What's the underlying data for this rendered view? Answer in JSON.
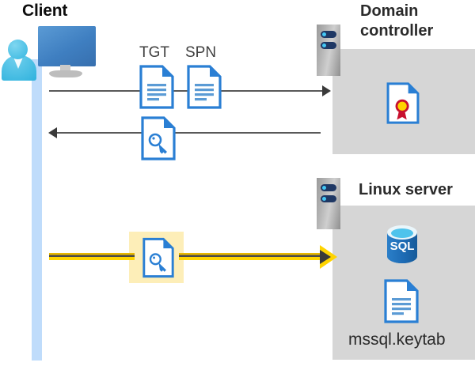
{
  "diagram": {
    "title": "Kerberos authentication flow between client, domain controller and Linux server",
    "colors": {
      "panel_gray": "#d6d6d6",
      "lifeline_blue": "#bfdcfb",
      "highlight_yellow": "#fdeeb8",
      "arrow_yellow": "#ffd400",
      "arrow_gray": "#595959",
      "icon_blue": "#2a7fd4",
      "text_dark": "#2b2b2b",
      "sql_blue": "#1d6bb4",
      "cert_red": "#c8102e",
      "cert_gold": "#ffd400"
    }
  },
  "client": {
    "label": "Client",
    "icon": "user-with-monitor-icon",
    "lifeline": "client-lifeline"
  },
  "domain_controller": {
    "label": "Domain\ncontroller",
    "label_line1": "Domain",
    "label_line2": "controller",
    "rack_icon": "server-rack-icon",
    "contents": [
      {
        "icon": "certificate-document-icon",
        "name": "certificate"
      }
    ]
  },
  "linux_server": {
    "label": "Linux server",
    "rack_icon": "server-rack-icon",
    "contents": [
      {
        "icon": "sql-database-icon",
        "name": "SQL",
        "text": "SQL"
      },
      {
        "icon": "document-icon",
        "name": "keytab-file",
        "caption": "mssql.keytab"
      }
    ],
    "keytab_caption": "mssql.keytab"
  },
  "messages": [
    {
      "id": "request",
      "direction": "client-to-domain-controller",
      "style": "thin-gray-arrow",
      "artifacts": [
        {
          "label": "TGT",
          "icon": "document-icon"
        },
        {
          "label": "SPN",
          "icon": "document-icon"
        }
      ]
    },
    {
      "id": "response",
      "direction": "domain-controller-to-client",
      "style": "thin-gray-arrow",
      "artifacts": [
        {
          "label": "",
          "icon": "key-document-icon"
        }
      ]
    },
    {
      "id": "service-ticket",
      "direction": "client-to-linux-server",
      "style": "thick-yellow-arrow",
      "highlighted": true,
      "artifacts": [
        {
          "label": "",
          "icon": "key-document-icon"
        }
      ]
    }
  ],
  "labels": {
    "tgt": "TGT",
    "spn": "SPN"
  }
}
